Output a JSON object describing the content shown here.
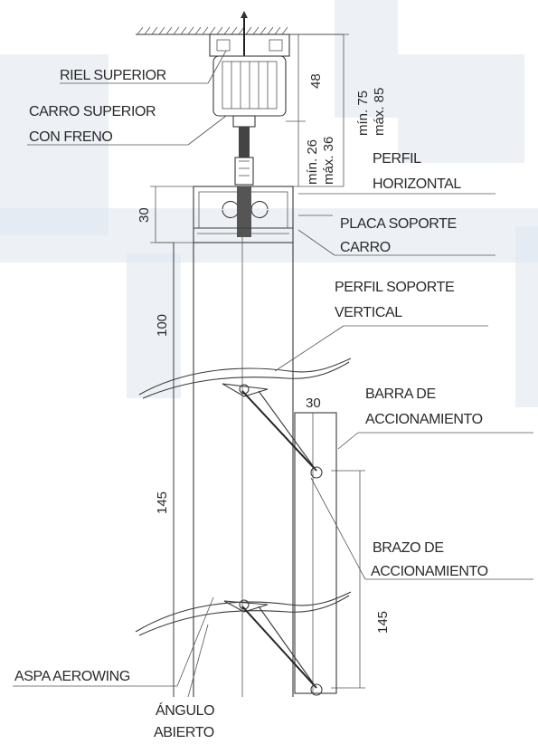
{
  "labels": {
    "riel_superior": "RIEL SUPERIOR",
    "carro_superior_1": "CARRO SUPERIOR",
    "carro_superior_2": "CON FRENO",
    "perfil_horizontal_1": "PERFIL",
    "perfil_horizontal_2": "HORIZONTAL",
    "placa_soporte_1": "PLACA SOPORTE",
    "placa_soporte_2": "CARRO",
    "perfil_soporte_1": "PERFIL SOPORTE",
    "perfil_soporte_2": "VERTICAL",
    "barra_1": "BARRA DE",
    "barra_2": "ACCIONAMIENTO",
    "brazo_1": "BRAZO DE",
    "brazo_2": "ACCIONAMIENTO",
    "aspa": "ASPA AEROWING",
    "angulo_1": "ÁNGULO",
    "angulo_2": "ABIERTO"
  },
  "dimensions": {
    "d48": "48",
    "min75": "mín. 75",
    "max85": "máx. 85",
    "min26": "mín. 26",
    "max36": "máx. 36",
    "d30_top": "30",
    "d100": "100",
    "d145_left": "145",
    "d30_bar": "30",
    "d145_right": "145"
  }
}
